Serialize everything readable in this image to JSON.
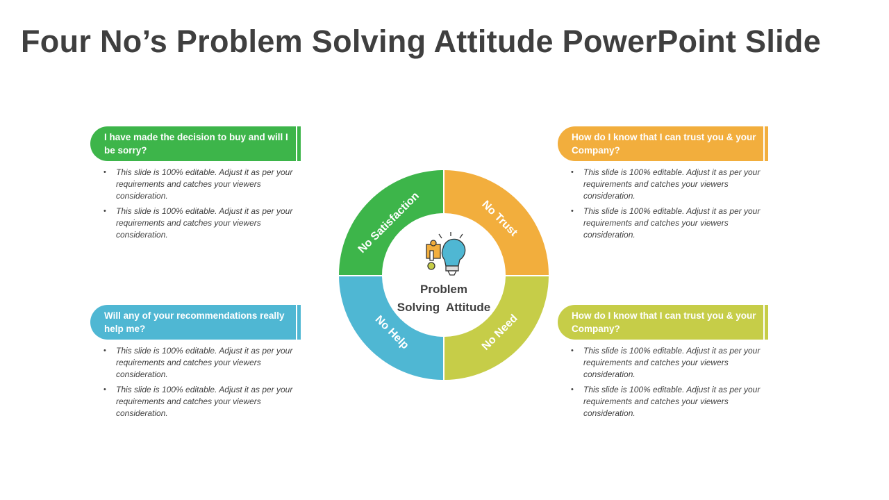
{
  "title": "Four No’s Problem Solving Attitude PowerPoint Slide",
  "center": {
    "line1": "Problem",
    "line2": "Solving  Attitude",
    "icon": "puzzle-lightbulb-icon"
  },
  "segments": [
    {
      "label": "No Satisfaction",
      "color": "#3db54a"
    },
    {
      "label": "No Trust",
      "color": "#f2ae3d"
    },
    {
      "label": "No Need",
      "color": "#c6cd48"
    },
    {
      "label": "No Help",
      "color": "#4fb7d3"
    }
  ],
  "cards": [
    {
      "heading": "I have made the decision to buy and will I be sorry?",
      "color": "#3db54a",
      "bullets": [
        "This slide is 100% editable. Adjust it as per your requirements and catches your viewers consideration.",
        "This slide is 100% editable. Adjust it as per your requirements and catches your viewers consideration."
      ]
    },
    {
      "heading": "How do I know that I can trust you & your Company?",
      "color": "#f2ae3d",
      "bullets": [
        "This slide is 100% editable. Adjust it as per your requirements and catches your viewers consideration.",
        "This slide is 100% editable. Adjust it as per your requirements and catches your viewers consideration."
      ]
    },
    {
      "heading": "Will any of your recommendations really help me?",
      "color": "#4fb7d3",
      "bullets": [
        "This slide is 100% editable. Adjust it as per your requirements and catches your viewers consideration.",
        "This slide is 100% editable. Adjust it as per your requirements and catches your viewers consideration."
      ]
    },
    {
      "heading": "How do I know that I can trust you & your Company?",
      "color": "#c6cd48",
      "bullets": [
        "This slide is 100% editable. Adjust it as per your requirements and catches your viewers consideration.",
        "This slide is 100% editable. Adjust it as per your requirements and catches your viewers consideration."
      ]
    }
  ]
}
